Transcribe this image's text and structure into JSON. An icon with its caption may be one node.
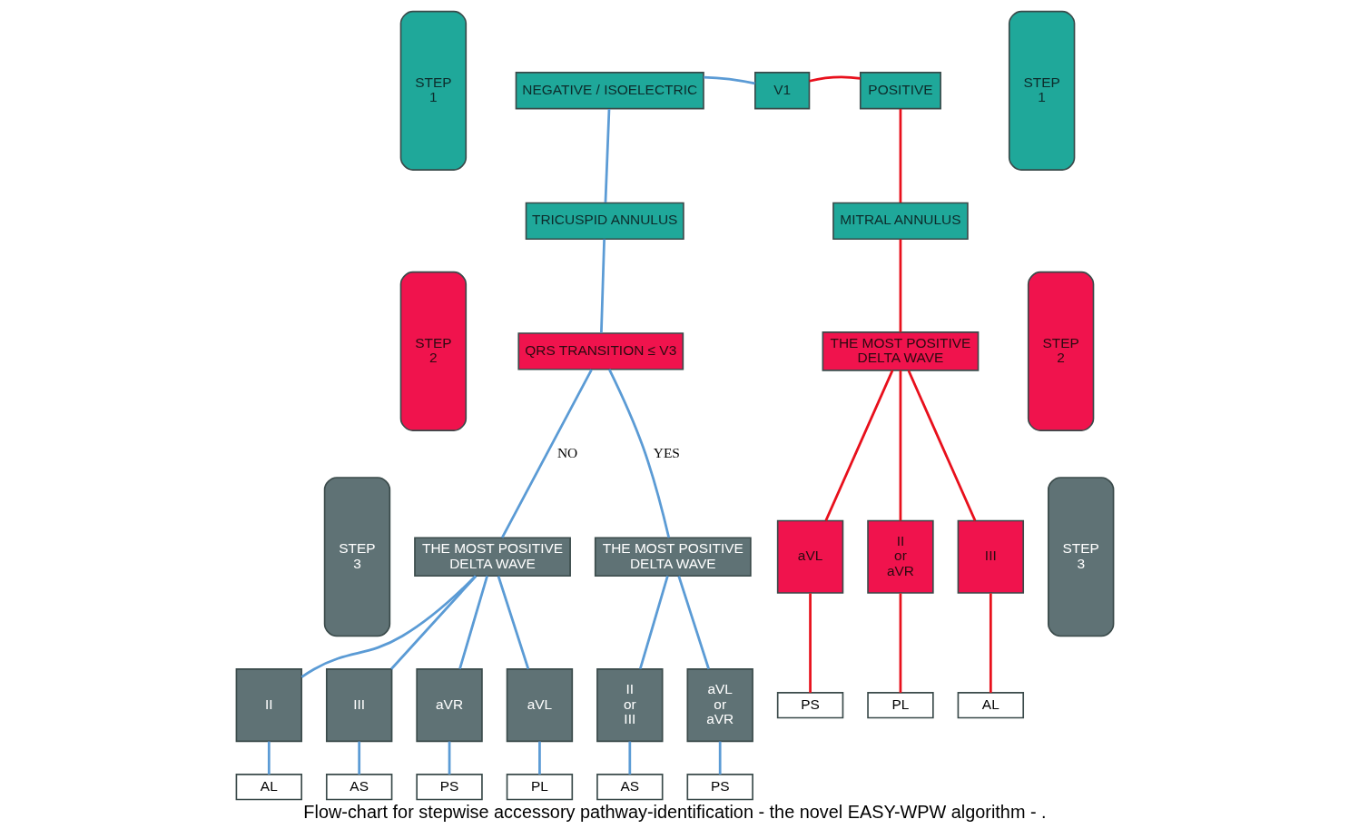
{
  "diagram": {
    "caption": "Flow-chart for stepwise accessory pathway-identification - the novel EASY-WPW algorithm - .",
    "nodes": [
      {
        "text": [
          "STEP 1"
        ]
      },
      {
        "text": [
          "STEP 2"
        ]
      },
      {
        "text": [
          "STEP 3"
        ]
      },
      {
        "text": [
          "NEGATIVE / ISOELECTRIC"
        ]
      },
      {
        "text": [
          "V1"
        ]
      },
      {
        "text": [
          "POSITIVE"
        ]
      },
      {
        "text": [
          "STEP 1"
        ]
      },
      {
        "text": [
          "TRICUSPID ANNULUS"
        ]
      },
      {
        "text": [
          "MITRAL ANNULUS"
        ]
      },
      {
        "text": [
          "QRS TRANSITION ≤ V3"
        ]
      },
      {
        "text": [
          "THE MOST POSITIVE DELTA WAVE"
        ]
      },
      {
        "text": [
          "STEP 2"
        ]
      },
      {
        "text": [
          "aVL"
        ]
      },
      {
        "text": [
          "II or aVR"
        ]
      },
      {
        "text": [
          "III"
        ]
      },
      {
        "text": [
          "PS"
        ]
      },
      {
        "text": [
          "PL"
        ]
      },
      {
        "text": [
          "AL"
        ]
      },
      {
        "text": [
          "THE MOST POSITIVE DELTA WAVE"
        ]
      },
      {
        "text": [
          "THE MOST POSITIVE DELTA WAVE"
        ]
      },
      {
        "text": [
          "STEP 3"
        ]
      },
      {
        "text": [
          "II or III"
        ]
      },
      {
        "text": [
          "aVL or aVR"
        ]
      },
      {
        "text": [
          "II"
        ]
      },
      {
        "text": [
          "III"
        ]
      },
      {
        "text": [
          "aVR"
        ]
      },
      {
        "text": [
          "aVL"
        ]
      },
      {
        "text": [
          "AS"
        ]
      },
      {
        "text": [
          "PS"
        ]
      },
      {
        "text": [
          "AL"
        ]
      },
      {
        "text": [
          "AS"
        ]
      },
      {
        "text": [
          "PS"
        ]
      },
      {
        "text": [
          "PL"
        ]
      }
    ],
    "edges": [
      {
        "from": 4,
        "to": 3,
        "arrow": "none"
      },
      {
        "from": 4,
        "to": 5,
        "arrow": "none",
        "color": "#e8101c"
      },
      {
        "from": 3,
        "to": 7,
        "arrow": "none"
      },
      {
        "from": 5,
        "to": 8,
        "arrow": "none",
        "color": "#e8101c"
      },
      {
        "from": 7,
        "to": 9,
        "arrow": "none"
      },
      {
        "from": 8,
        "to": 10,
        "arrow": "none",
        "color": "#e8101c"
      },
      {
        "from": 9,
        "to": 18,
        "arrow": "none",
        "label": "YES"
      },
      {
        "from": 9,
        "to": 19,
        "arrow": "none",
        "label": "NO"
      },
      {
        "from": 10,
        "to": 12,
        "arrow": "none",
        "color": "#e8101c"
      },
      {
        "from": 10,
        "to": 13,
        "arrow": "none",
        "color": "#e8101c"
      },
      {
        "from": 10,
        "to": 14,
        "arrow": "none",
        "color": "#e8101c"
      },
      {
        "from": 12,
        "to": 15,
        "arrow": "none",
        "color": "#e8101c"
      },
      {
        "from": 13,
        "to": 16,
        "arrow": "none",
        "color": "#e8101c"
      },
      {
        "from": 14,
        "to": 17,
        "arrow": "none",
        "color": "#e8101c"
      },
      {
        "from": 18,
        "to": 21,
        "arrow": "none"
      },
      {
        "from": 18,
        "to": 22,
        "arrow": "none"
      },
      {
        "from": 19,
        "to": 23,
        "arrow": "none"
      },
      {
        "from": 19,
        "to": 24,
        "arrow": "none"
      },
      {
        "from": 19,
        "to": 25,
        "arrow": "none"
      },
      {
        "from": 19,
        "to": 26,
        "arrow": "none"
      },
      {
        "from": 21,
        "to": 27,
        "arrow": "none"
      },
      {
        "from": 22,
        "to": 28,
        "arrow": "none"
      },
      {
        "from": 23,
        "to": 29,
        "arrow": "none"
      },
      {
        "from": 24,
        "to": 30,
        "arrow": "none"
      },
      {
        "from": 25,
        "to": 31,
        "arrow": "none"
      },
      {
        "from": 26,
        "to": 32,
        "arrow": "none"
      }
    ]
  }
}
